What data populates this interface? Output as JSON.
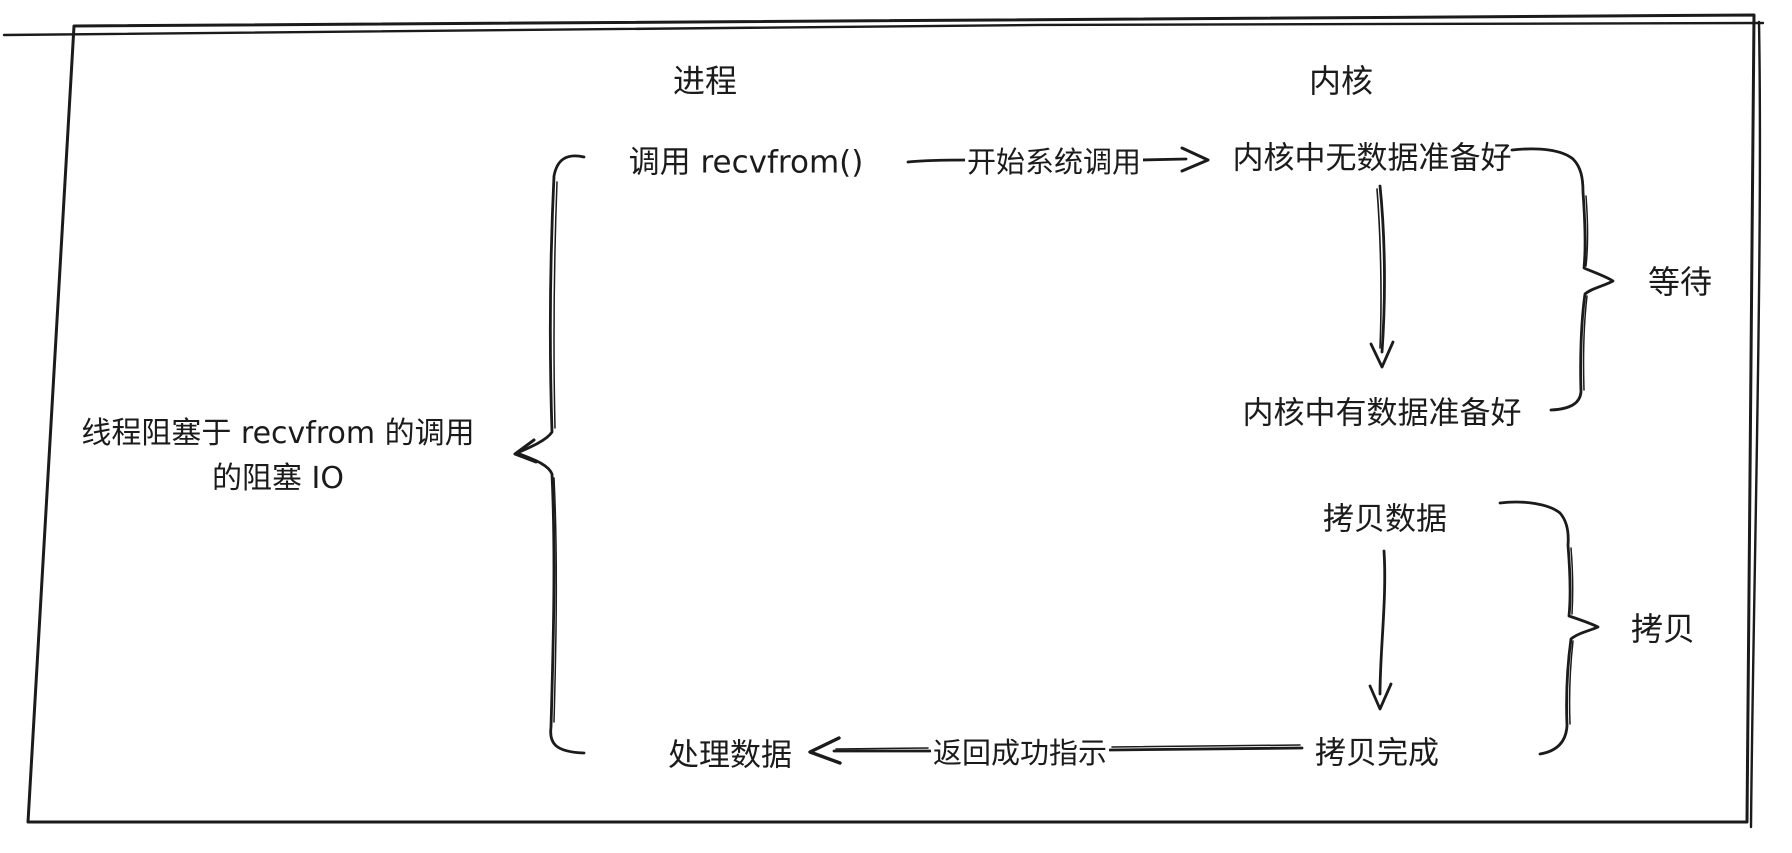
{
  "canvas": {
    "background": "#ffffff",
    "ink": "#1b1b1b"
  },
  "headers": {
    "process": "进程",
    "kernel": "内核"
  },
  "left_note": {
    "line1": "线程阻塞于 recvfrom 的调用",
    "line2": "的阻塞 IO"
  },
  "process_column": {
    "call_recvfrom": "调用 recvfrom()",
    "handle_data": "处理数据"
  },
  "kernel_column": {
    "no_data_ready": "内核中无数据准备好",
    "data_ready": "内核中有数据准备好",
    "copy_data": "拷贝数据",
    "copy_done": "拷贝完成"
  },
  "arrows": {
    "start_syscall": "开始系统调用",
    "return_success": "返回成功指示"
  },
  "braces": {
    "wait": "等待",
    "copy": "拷贝"
  }
}
